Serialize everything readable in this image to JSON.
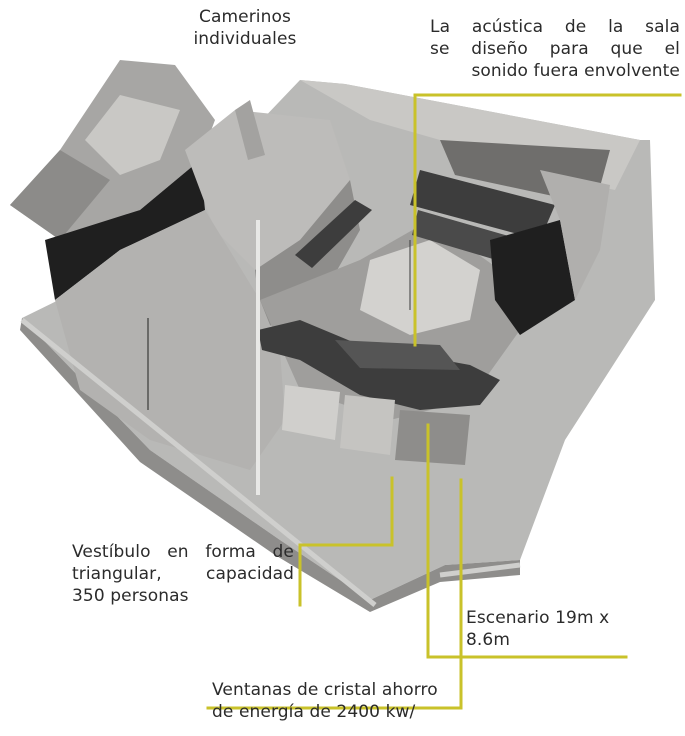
{
  "colors": {
    "callout": "#c9c22a",
    "ground": "#b9b9b7",
    "concrete": "#a7a6a4",
    "concrete_light": "#c9c8c5",
    "concrete_dark": "#6f6e6c",
    "black": "#1f1f1f",
    "seats": "#3d3d3d",
    "text": "#2b2b2b"
  },
  "labels": {
    "camerinos": [
      "Camerinos",
      "individuales"
    ],
    "acustica": [
      "La acústica de la sala",
      "se diseño para que el",
      "sonido fuera envolvente"
    ],
    "vestibulo": [
      "Vestíbulo en forma de",
      "triangular, capacidad",
      "350 personas"
    ],
    "escenario": [
      "Escenario 19m x",
      "8.6m"
    ],
    "ventanas": [
      "Ventanas de cristal ahorro",
      "de energía de 2400 kw/"
    ]
  }
}
